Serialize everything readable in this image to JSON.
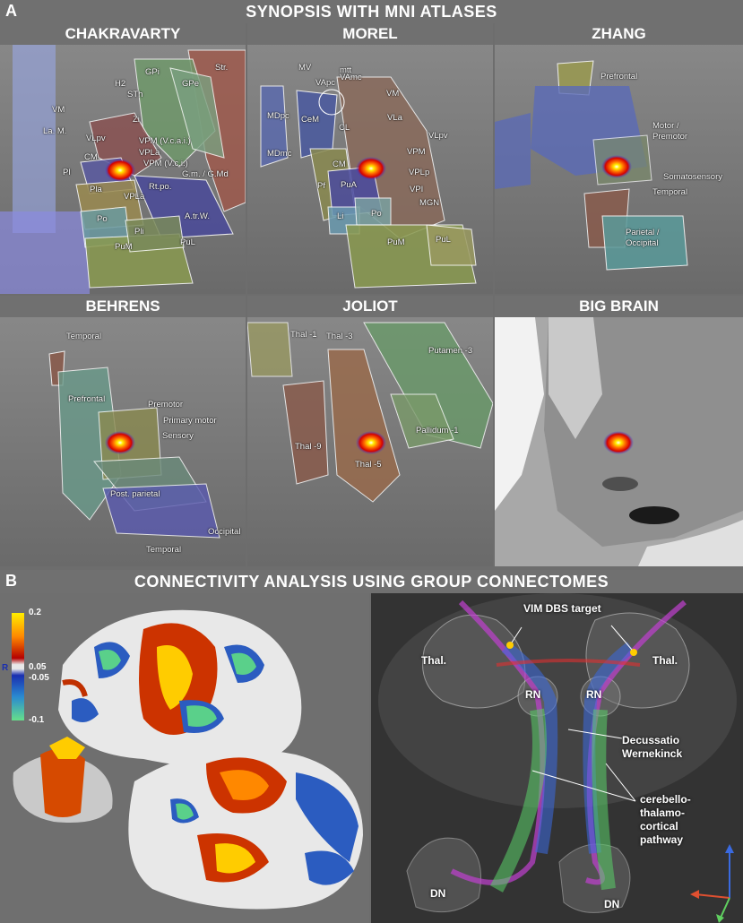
{
  "section_a": {
    "letter": "A",
    "title": "SYNOPSIS WITH MNI ATLASES",
    "panels": [
      {
        "title": "CHAKRAVARTY",
        "labels": [
          "Str.",
          "GPi",
          "GPe",
          "H2",
          "STh",
          "VM",
          "Zi",
          "La. M.",
          "VLpv",
          "VPM (V.c.a.i.)",
          "CM",
          "VPLa",
          "VPM (V.c.i.)",
          "Pl",
          "G.m. / G.Md",
          "Pla",
          "VPLa",
          "Rt.po.",
          "Po",
          "A.tr.W.",
          "Pli",
          "PuL",
          "PuM"
        ]
      },
      {
        "title": "MOREL",
        "labels": [
          "MV",
          "mtt",
          "VApc",
          "VAmc",
          "VM",
          "MDpc",
          "CeM",
          "CL",
          "VLa",
          "VLpv",
          "VPM",
          "MDmc",
          "CM",
          "VPLp",
          "Pf",
          "PuA",
          "VPI",
          "MGN",
          "Li",
          "Po",
          "PuM",
          "PuL"
        ]
      },
      {
        "title": "ZHANG",
        "labels": [
          "Prefrontal",
          "Motor /",
          "Premotor",
          "Somatosensory",
          "Temporal",
          "Parietal /",
          "Occipital"
        ]
      },
      {
        "title": "BEHRENS",
        "labels": [
          "Temporal",
          "Prefrontal",
          "Premotor",
          "Primary motor",
          "Sensory",
          "Post. parietal",
          "Occipital",
          "Temporal"
        ]
      },
      {
        "title": "JOLIOT",
        "labels": [
          "Thal -1",
          "Thal -3",
          "Putamen -3",
          "Pallidum -1",
          "Thal -9",
          "Thal -5"
        ]
      },
      {
        "title": "BIG BRAIN",
        "labels": []
      }
    ]
  },
  "section_b": {
    "letter": "B",
    "title": "CONNECTIVITY ANALYSIS USING GROUP CONNECTOMES",
    "colorbar": {
      "label": "R",
      "ticks": [
        "0.2",
        "0.05",
        "-0.05",
        "-0.1"
      ]
    },
    "tract_labels": {
      "target": "VIM DBS target",
      "thal_left": "Thal.",
      "thal_right": "Thal.",
      "rn_left": "RN",
      "rn_right": "RN",
      "decussatio_1": "Decussatio",
      "decussatio_2": "Wernekinck",
      "pathway_1": "cerebello-",
      "pathway_2": "thalamo-",
      "pathway_3": "cortical",
      "pathway_4": "pathway",
      "dn_left": "DN",
      "dn_right": "DN"
    }
  },
  "colors": {
    "header_bg": "#707070",
    "hotspot_core": "#ffdd00",
    "hotspot_edge": "#cc0000"
  }
}
